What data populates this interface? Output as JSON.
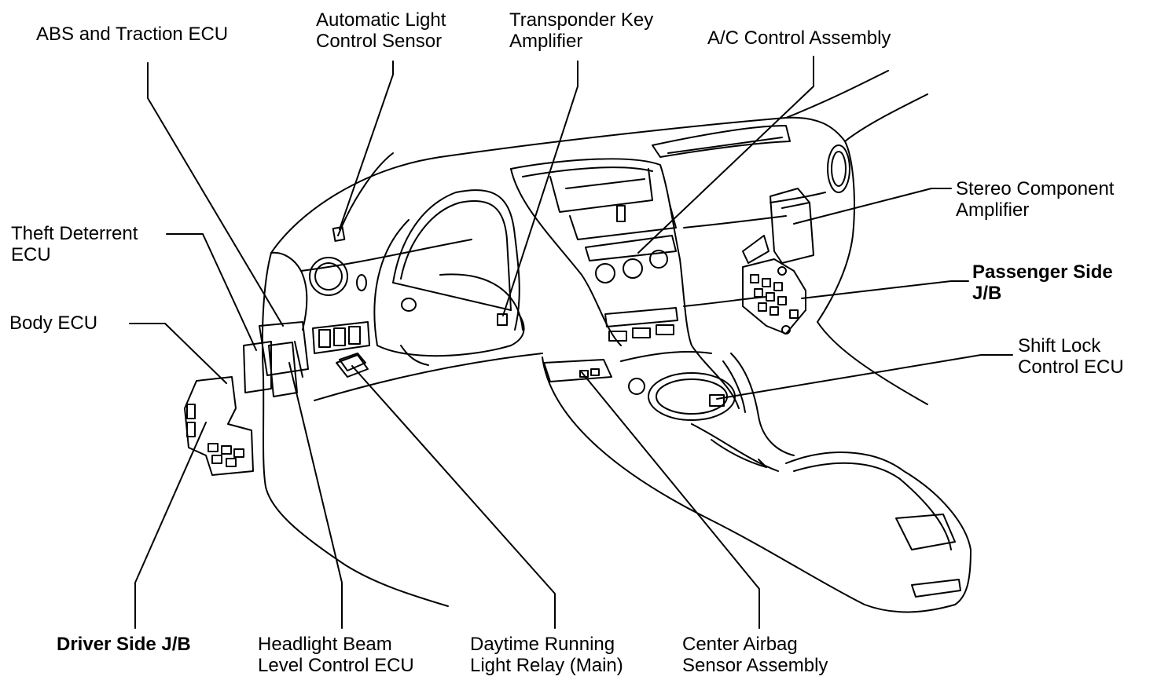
{
  "labels": {
    "abs_traction_ecu": "ABS and Traction ECU",
    "auto_light_sensor_l1": "Automatic Light",
    "auto_light_sensor_l2": "Control Sensor",
    "transponder_l1": "Transponder Key",
    "transponder_l2": "Amplifier",
    "ac_control": "A/C Control Assembly",
    "stereo_l1": "Stereo Component",
    "stereo_l2": "Amplifier",
    "passenger_jb_l1": "Passenger Side",
    "passenger_jb_l2": "J/B",
    "shift_lock_l1": "Shift Lock",
    "shift_lock_l2": "Control ECU",
    "theft_l1": "Theft Deterrent",
    "theft_l2": "ECU",
    "body_ecu": "Body ECU",
    "driver_jb": "Driver Side J/B",
    "headlight_l1": "Headlight Beam",
    "headlight_l2": "Level Control ECU",
    "drl_l1": "Daytime Running",
    "drl_l2": "Light Relay (Main)",
    "airbag_l1": "Center Airbag",
    "airbag_l2": "Sensor Assembly"
  },
  "colors": {
    "ink": "#000000",
    "paper": "#ffffff"
  }
}
